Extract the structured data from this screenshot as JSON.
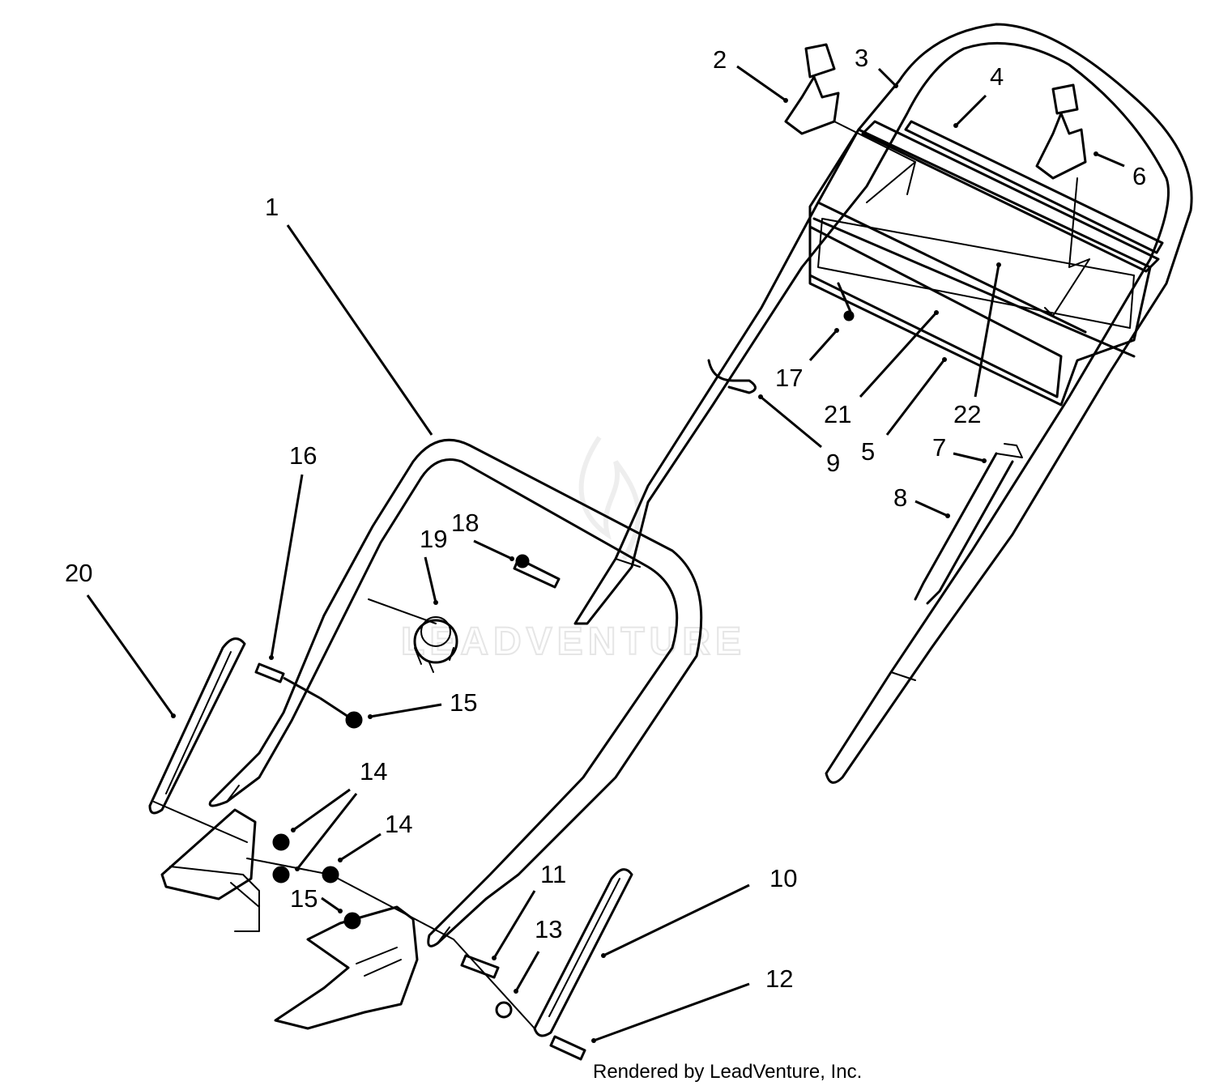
{
  "watermark": "LEADVENTURE",
  "credit": "Rendered by LeadVenture, Inc.",
  "callouts": {
    "c1": "1",
    "c2": "2",
    "c3": "3",
    "c4": "4",
    "c5": "5",
    "c6": "6",
    "c7": "7",
    "c8": "8",
    "c9": "9",
    "c10": "10",
    "c11": "11",
    "c12": "12",
    "c13": "13",
    "c14a": "14",
    "c14b": "14",
    "c15a": "15",
    "c15b": "15",
    "c16": "16",
    "c17": "17",
    "c18": "18",
    "c19": "19",
    "c20": "20",
    "c21": "21",
    "c22": "22"
  }
}
